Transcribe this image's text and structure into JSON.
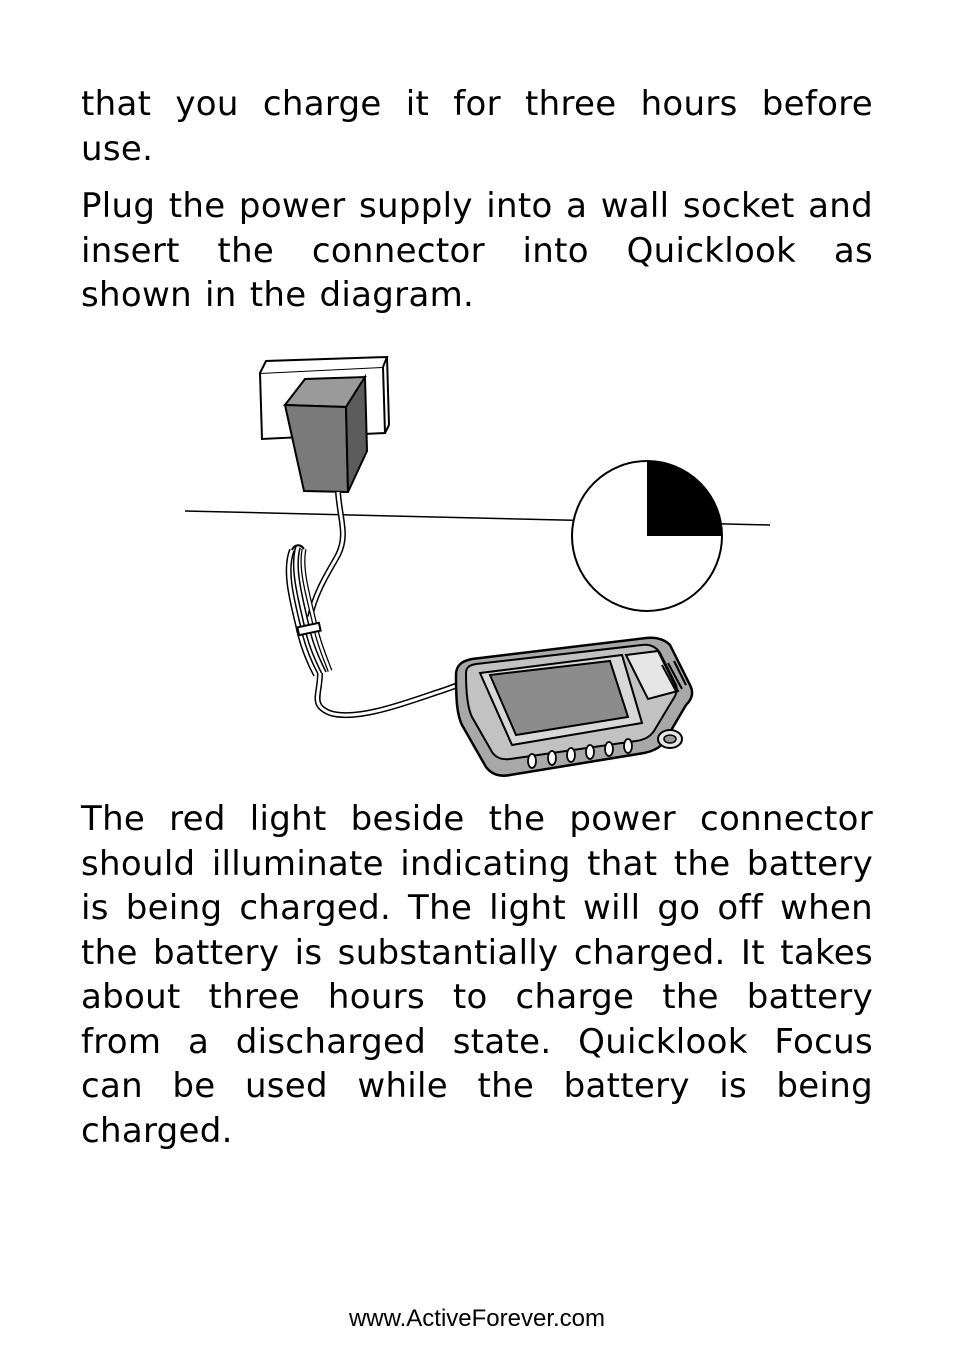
{
  "paragraphs": {
    "p1": "that you charge it for three hours before use.",
    "p2": "Plug the power supply into a wall socket and insert the connector into Quicklook as shown in the diagram.",
    "p3": "The red light beside the power connector should illuminate indicating that the battery is being charged.  The light will go off when the battery is substantially charged.  It takes about three hours to charge the battery from a discharged state.  Quicklook Focus can be used while the battery is being charged."
  },
  "diagram": {
    "items": [
      "wall-socket",
      "power-adapter",
      "cable",
      "quicklook-device",
      "clock-quarter-hour"
    ],
    "colors": {
      "adapter": "#7a7a7a",
      "device_body": "#a8a8a8",
      "screen": "#8c8c8c",
      "clock_fill": "#000000"
    }
  },
  "footer": {
    "url": "www.ActiveForever.com"
  }
}
